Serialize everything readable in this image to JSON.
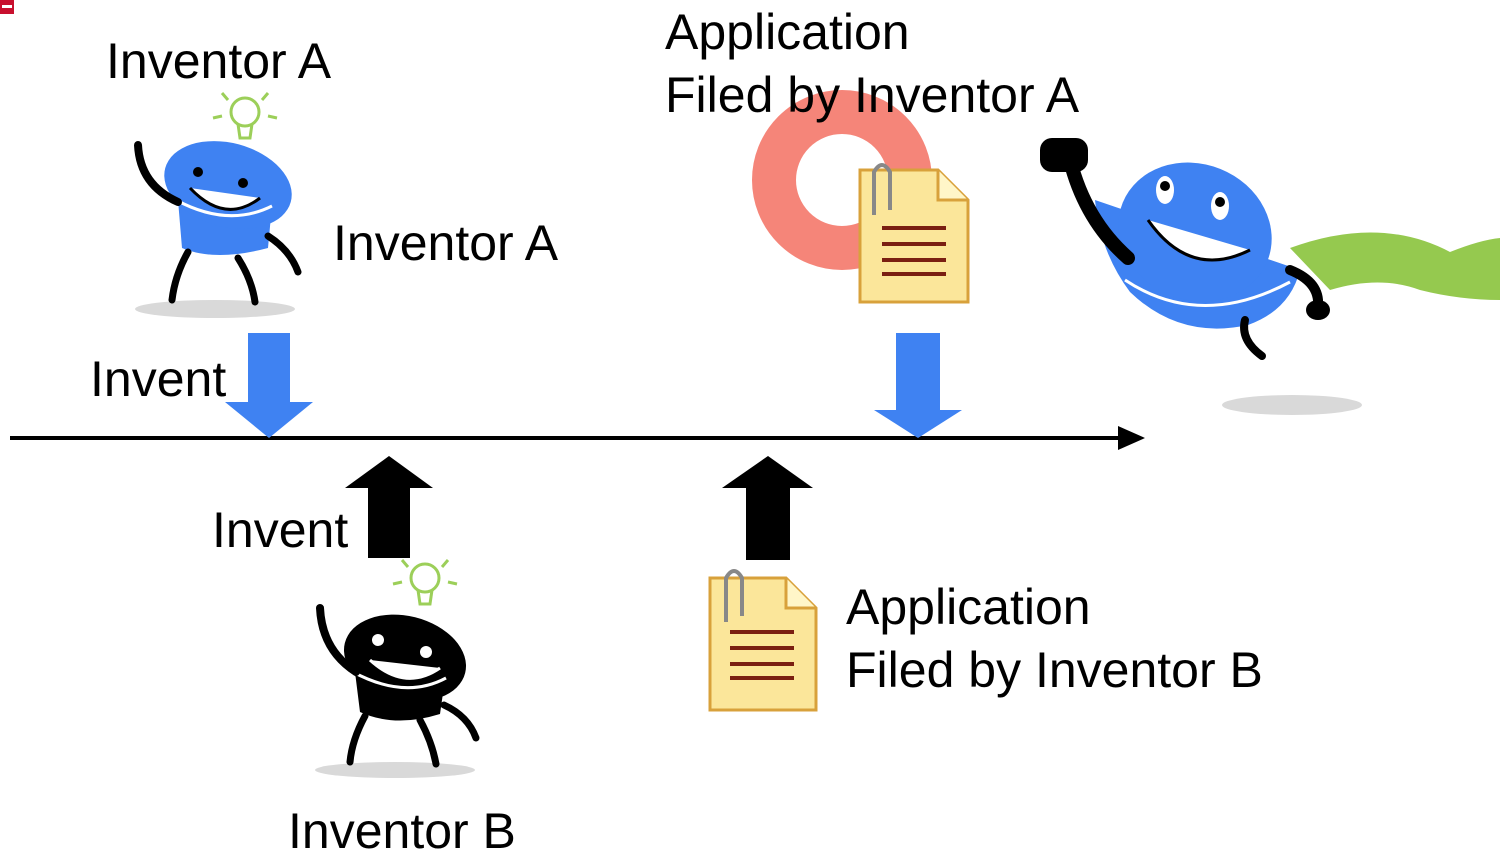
{
  "labels": {
    "inventor_a_top": "Inventor A",
    "inventor_a_side": "Inventor A",
    "invent_a": "Invent",
    "invent_b": "Invent",
    "inventor_b": "Inventor B",
    "application_a_line1": "Application",
    "application_a_line2": "Filed by Inventor A",
    "application_b_line1": "Application",
    "application_b_line2": "Filed by Inventor B"
  },
  "colors": {
    "inventor_a_body": "#3f82f2",
    "inventor_b_body": "#000000",
    "arrow_a": "#3f82f2",
    "arrow_b": "#000000",
    "highlight_ring": "#f47b6e",
    "document_fill": "#fbe69a",
    "document_border": "#d8a13b",
    "document_lines": "#7a1f12",
    "cape": "#95c94f",
    "bulb": "#9ccf59"
  },
  "icons": [
    "lightbulb-icon",
    "document-icon",
    "paperclip-icon",
    "down-arrow-icon",
    "up-arrow-icon",
    "timeline-arrow-icon",
    "circle-mark-icon"
  ]
}
